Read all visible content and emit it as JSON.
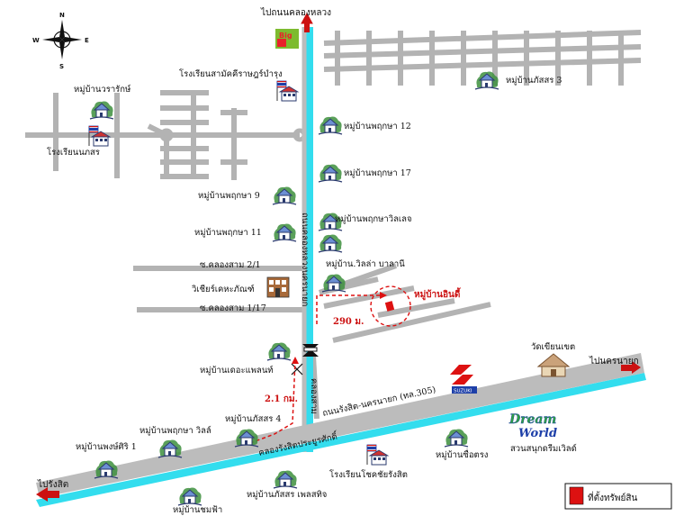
{
  "colors": {
    "road": "#b3b3b3",
    "main_road": "#bcbcbc",
    "canal": "#33ddee",
    "target": "#dd1111",
    "house_stroke": "#2a3a6e",
    "house_roof": "#6c8fd3",
    "tree": "#3d8f3d"
  },
  "compass": {
    "n": "N",
    "s": "S",
    "e": "E",
    "w": "W"
  },
  "directions": {
    "north": "ไปถนนคลองหลวง",
    "west": "ไปรังสิต",
    "east": "ไปนครนายก"
  },
  "roads": {
    "main_road_label": "ถนนรังสิต-นครนายก (ทล.305)",
    "canal_road_label": "คลองรังสิตประยูรศักดิ์",
    "north_canal_road": "ถนนคลองหลวงนครนายก",
    "klong3_label": "คลองสาม",
    "soi_1": "ซ.คลองสาม 2/1",
    "soi_2": "ซ.คลองสาม 1/17"
  },
  "distances": {
    "d1": "2.1 กม.",
    "d2": "290 ม."
  },
  "places": {
    "bigc_logo": "Big",
    "suzuki_logo": "SUZUKI",
    "dream_world_logo_1": "Dream",
    "dream_world_logo_2": "World",
    "school_1": "โรงเรียนสามัคคีราษฎร์บำรุง",
    "school_2": "โรงเรียนนภสร",
    "school_3": "โรงเรียนโชคชัยรังสิต",
    "village_waranya": "หมู่บ้านวรารักษ์",
    "village_passorn3": "หมู่บ้านภัสสร 3",
    "village_pruksa12": "หมู่บ้านพฤกษา 12",
    "village_pruksa17": "หมู่บ้านพฤกษา 17",
    "village_pruksa9": "หมู่บ้านพฤกษา 9",
    "village_pruksa_villa": "หมู่บ้านพฤกษาวิลเลจ",
    "village_pruksa11": "หมู่บ้านพฤกษา 11",
    "village_villa": "หมู่บ้าน.วิลล่า บาลานี",
    "target_village": "หมู่บ้านอินดี้",
    "village_palace": "หมู่บ้านเดอะแพลนท์",
    "village_passorn4": "หมู่บ้านภัสสร 4",
    "village_pruksa_villa2": "หมู่บ้านพฤกษา วิลล์",
    "village_pongsiri": "หมู่บ้านพงษ์ศิริ 1",
    "village_chomfa": "หมู่บ้านชมฟ้า",
    "village_passorn_place": "หมู่บ้านภัสสร เพลสทิจ",
    "village_suetrong": "หมู่บ้านซื่อตรง",
    "dream_world": "สวนสนุกดรีมเวิลด์",
    "temple": "วัดเขียนเขต",
    "museum": "วิเชียร์เคหะภัณฑ์"
  },
  "legend": {
    "label": "ที่ตั้งทรัพย์สิน"
  }
}
